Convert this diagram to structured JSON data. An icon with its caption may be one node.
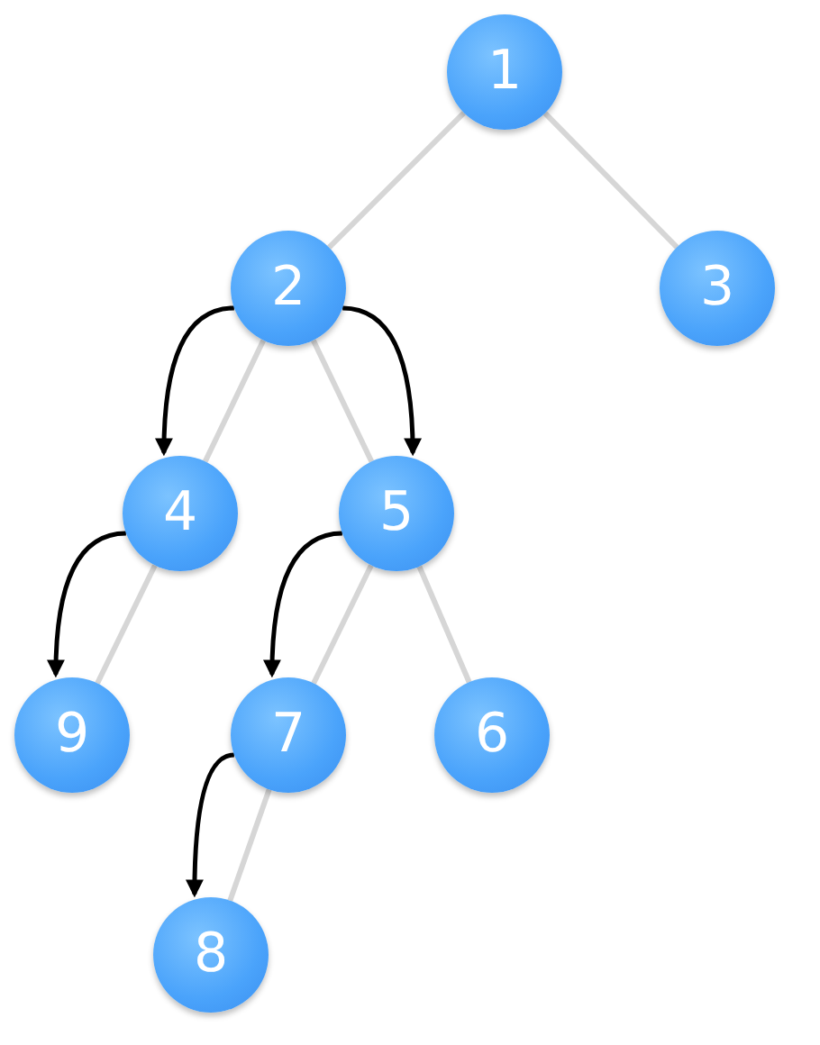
{
  "diagram": {
    "nodes": [
      {
        "text": [
          "1"
        ]
      },
      {
        "text": [
          "2"
        ]
      },
      {
        "text": [
          "3"
        ]
      },
      {
        "text": [
          "4"
        ]
      },
      {
        "text": [
          "5"
        ]
      },
      {
        "text": [
          "9"
        ]
      },
      {
        "text": [
          "7"
        ]
      },
      {
        "text": [
          "6"
        ]
      },
      {
        "text": [
          "8"
        ]
      }
    ],
    "edges": [
      {
        "from": 0,
        "to": 1,
        "arrow": "none"
      },
      {
        "from": 0,
        "to": 2,
        "arrow": "none"
      },
      {
        "from": 1,
        "to": 3,
        "arrow": "none"
      },
      {
        "from": 1,
        "to": 4,
        "arrow": "none"
      },
      {
        "from": 3,
        "to": 5,
        "arrow": "none"
      },
      {
        "from": 4,
        "to": 6,
        "arrow": "none"
      },
      {
        "from": 4,
        "to": 7,
        "arrow": "none"
      },
      {
        "from": 6,
        "to": 8,
        "arrow": "none"
      },
      {
        "from": 1,
        "to": 3,
        "arrow": "to",
        "color": "#000000"
      },
      {
        "from": 1,
        "to": 4,
        "arrow": "to",
        "color": "#000000"
      },
      {
        "from": 3,
        "to": 5,
        "arrow": "to",
        "color": "#000000"
      },
      {
        "from": 4,
        "to": 6,
        "arrow": "to",
        "color": "#000000"
      },
      {
        "from": 6,
        "to": 8,
        "arrow": "to",
        "color": "#000000"
      }
    ]
  }
}
